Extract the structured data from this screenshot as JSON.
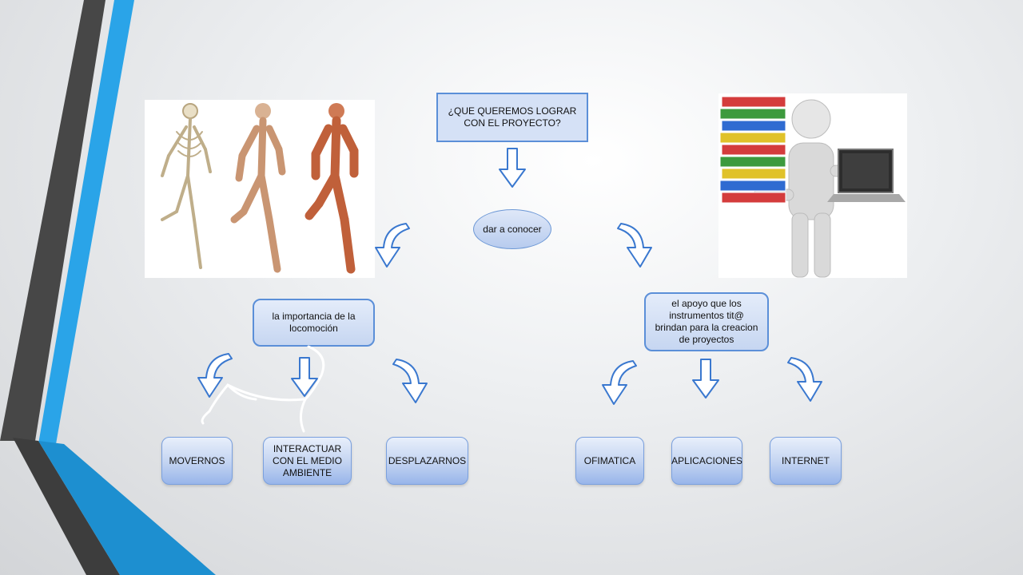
{
  "top_question": "¿QUE QUEREMOS LOGRAR CON EL PROYECTO?",
  "center_oval": "dar a conocer",
  "left_branch": {
    "title": "la importancia de la locomoción",
    "items": [
      "MOVERNOS",
      "INTERACTUAR CON EL MEDIO AMBIENTE",
      "DESPLAZARNOS"
    ]
  },
  "right_branch": {
    "title": "el apoyo que los instrumentos tit@ brindan para la creacion de proyectos",
    "items": [
      "OFIMATICA",
      "APLICACIONES",
      "INTERNET"
    ]
  },
  "images": {
    "left": "skeleton-muscle-runners-illustration",
    "right": "figure-with-books-and-laptop-illustration"
  },
  "colors": {
    "accent_blue": "#29a3e6",
    "dark_gray": "#444444",
    "node_border": "#5b8fd8",
    "arrow_blue": "#3a78cf"
  }
}
